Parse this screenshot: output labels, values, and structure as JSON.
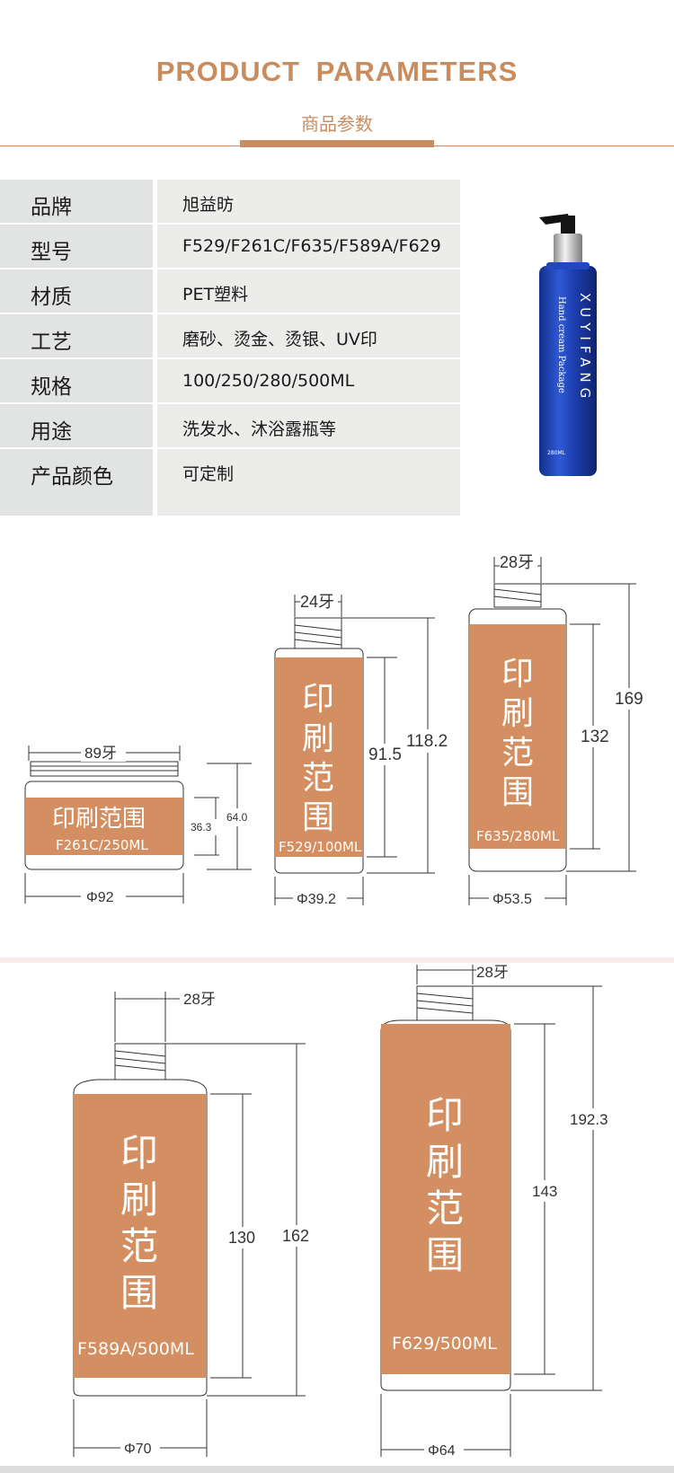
{
  "header": {
    "title_en": "PRODUCT  PARAMETERS",
    "title_cn": "商品参数"
  },
  "colors": {
    "accent": "#c98c5e",
    "print_area": "#d38e61",
    "bottle_blue": "#1d3fb0",
    "key_bg": "#e2e4e3",
    "value_bg": "#ecedea"
  },
  "params": [
    {
      "key": "品牌",
      "value": "旭益昉"
    },
    {
      "key": "型号",
      "value": "F529/F261C/F635/F589A/F629"
    },
    {
      "key": "材质",
      "value": "PET塑料"
    },
    {
      "key": "工艺",
      "value": "磨砂、烫金、烫银、UV印"
    },
    {
      "key": "规格",
      "value": "100/250/280/500ML"
    },
    {
      "key": "用途",
      "value": "洗发水、沐浴露瓶等"
    },
    {
      "key": "产品颜色",
      "value": "可定制"
    }
  ],
  "photo": {
    "brand": "XUYIFANG",
    "tagline": "Hand cream Package",
    "volume": "280ML"
  },
  "products": [
    {
      "model_label": "F261C/250ML",
      "print_label": "印刷范围",
      "thread": "89牙",
      "diameter": "Φ92",
      "height": "64.0",
      "print_height": "36.3"
    },
    {
      "model_label": "F529/100ML",
      "print_label": "印刷范围",
      "thread": "24牙",
      "diameter": "Φ39.2",
      "height": "118.2",
      "print_height": "91.5"
    },
    {
      "model_label": "F635/280ML",
      "print_label": "印刷范围",
      "thread": "28牙",
      "diameter": "Φ53.5",
      "height": "169",
      "print_height": "132"
    },
    {
      "model_label": "F589A/500ML",
      "print_label": "印刷范围",
      "thread": "28牙",
      "diameter": "Φ70",
      "height": "162",
      "print_height": "130"
    },
    {
      "model_label": "F629/500ML",
      "print_label": "印刷范围",
      "thread": "28牙",
      "diameter": "Φ64",
      "height": "192.3",
      "print_height": "143"
    }
  ]
}
